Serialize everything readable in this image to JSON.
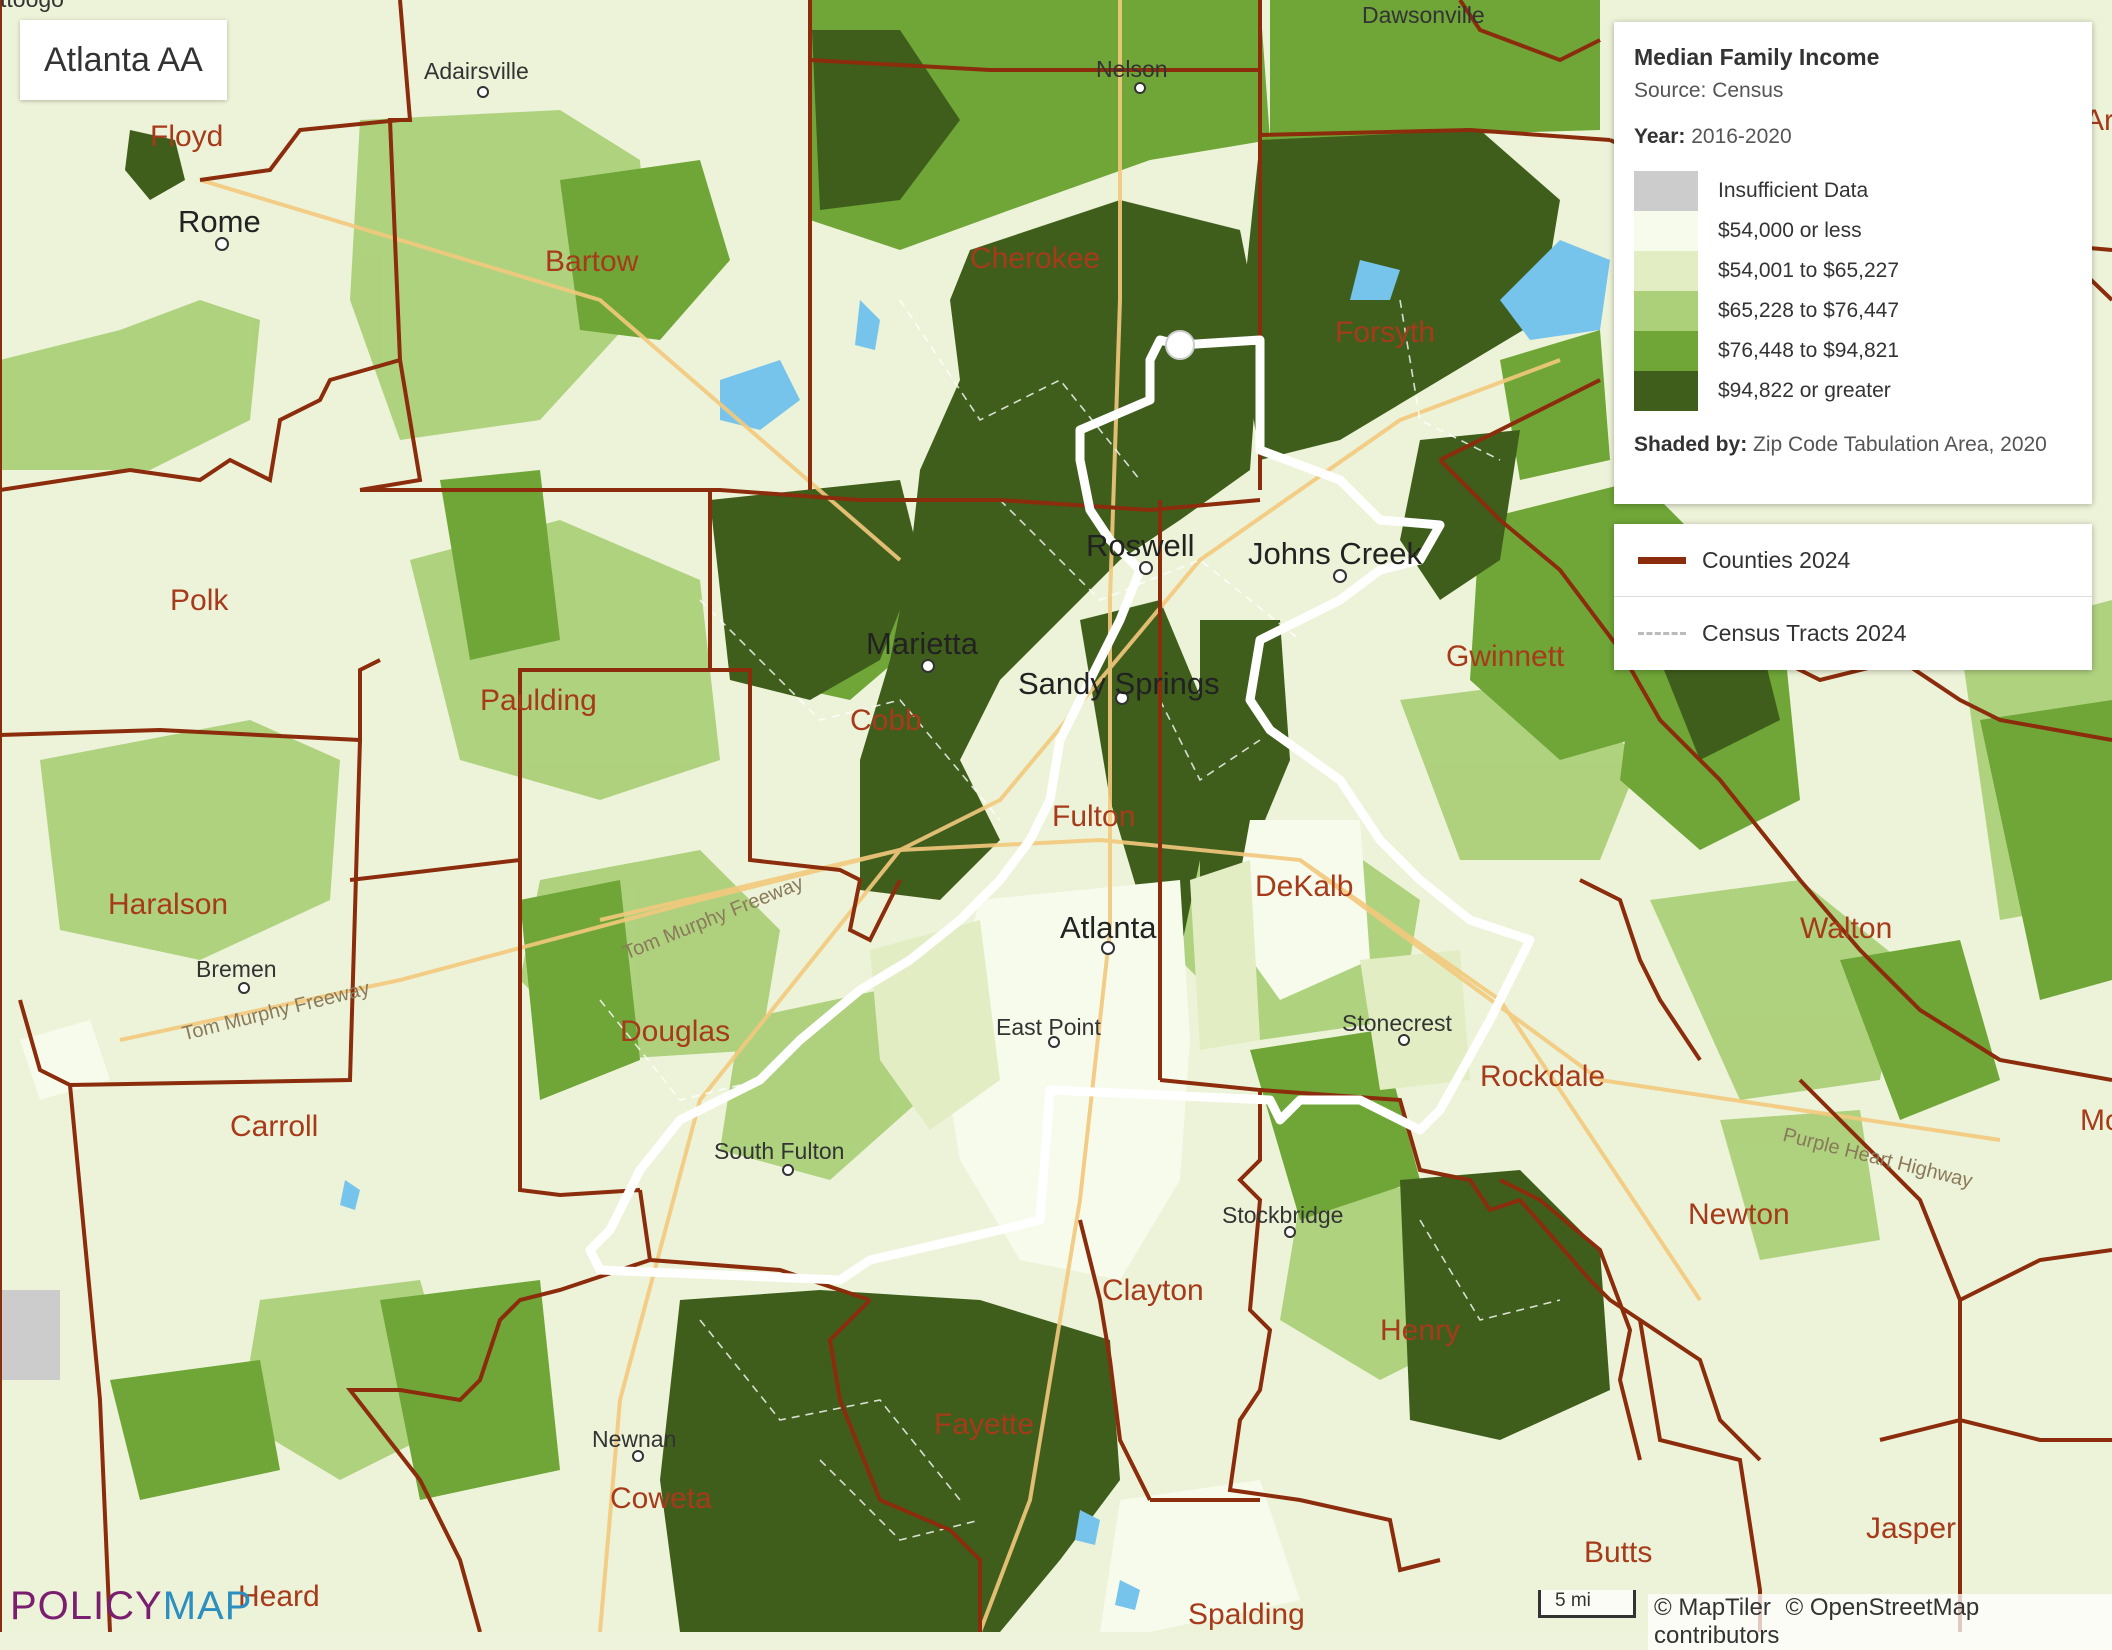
{
  "header": {
    "title": "Atlanta AA"
  },
  "legend": {
    "title": "Median Family Income",
    "source": "Source: Census",
    "year_label": "Year:",
    "year_value": "2016-2020",
    "classes": [
      {
        "label": "Insufficient Data",
        "color": "#cccccc"
      },
      {
        "label": "$54,000 or less",
        "color": "#f7fbec"
      },
      {
        "label": "$54,001 to $65,227",
        "color": "#e2edc4"
      },
      {
        "label": "$65,228 to $76,447",
        "color": "#acd07a"
      },
      {
        "label": "$76,448 to $94,821",
        "color": "#6fa637"
      },
      {
        "label": "$94,822 or greater",
        "color": "#3f5e1c"
      }
    ],
    "shaded_label": "Shaded by:",
    "shaded_value": "Zip Code Tabulation Area, 2020"
  },
  "layers": [
    {
      "label": "Counties 2024",
      "symbol": "county-line"
    },
    {
      "label": "Census Tracts 2024",
      "symbol": "tract-dashed-line"
    }
  ],
  "map": {
    "counties": [
      "Floyd",
      "Bartow",
      "Cherokee",
      "Forsyth",
      "Polk",
      "Paulding",
      "Cobb",
      "Gwinnett",
      "Fulton",
      "DeKalb",
      "Haralson",
      "Walton",
      "Douglas",
      "Rockdale",
      "Carroll",
      "Clayton",
      "Newton",
      "Henry",
      "Fayette",
      "Coweta",
      "Butts",
      "Jasper",
      "Heard",
      "Spalding",
      "Mo",
      "Ar"
    ],
    "cities": [
      "Dawsonville",
      "Adairsville",
      "Nelson",
      "Rome",
      "Roswell",
      "Johns Creek",
      "Marietta",
      "Sandy Springs",
      "Atlanta",
      "Bremen",
      "East Point",
      "Stonecrest",
      "South Fulton",
      "Stockbridge",
      "Newnan"
    ],
    "highways": [
      "Tom Murphy Freeway",
      "Tom Murphy Freeway",
      "Purple Heart Highway"
    ],
    "top_edge_fragment": "ttoogo"
  },
  "footer": {
    "brand_part1": "POLICY",
    "brand_part2": "MAP",
    "scale_label": "5 mi",
    "attribution_1": "© MapTiler",
    "attribution_2": "© OpenStreetMap contributors"
  }
}
